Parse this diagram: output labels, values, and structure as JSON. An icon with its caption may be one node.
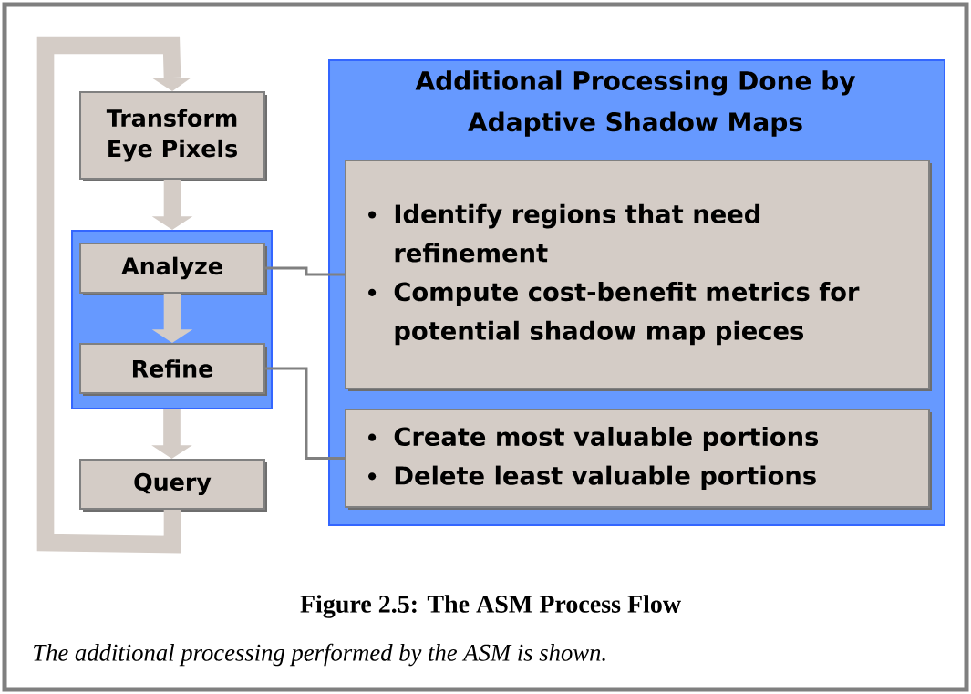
{
  "diagram": {
    "title": "Figure 2.5: The ASM Process Flow",
    "caption": "The additional processing performed by the ASM is shown.",
    "nodes": [
      {
        "text": [
          "Transform Eye Pixels"
        ]
      },
      {
        "text": [],
        "shape": "box"
      },
      {
        "text": [
          "Analyze"
        ],
        "in": 1
      },
      {
        "text": [
          "Refine"
        ],
        "in": 1
      },
      {
        "text": [
          "Query"
        ]
      },
      {
        "text": [
          "Additional Processing Done by Adaptive Shadow Maps"
        ]
      },
      {
        "text": [
          "Identify regions that need refinement",
          "Compute cost-benefit metrics for potential shadow map pieces"
        ],
        "in": 5
      },
      {
        "text": [
          "Create most valuable portions",
          "Delete least valuable portions"
        ],
        "in": 5
      }
    ],
    "edges": [
      {
        "from": 0,
        "to": 1,
        "arrow": "to"
      },
      {
        "from": 2,
        "to": 3,
        "arrow": "to"
      },
      {
        "from": 1,
        "to": 4,
        "arrow": "to"
      },
      {
        "from": 4,
        "to": 0,
        "arrow": "to"
      },
      {
        "from": 2,
        "to": 6,
        "arrow": "none",
        "color": "#808080"
      },
      {
        "from": 3,
        "to": 7,
        "arrow": "none",
        "color": "#808080"
      }
    ]
  }
}
